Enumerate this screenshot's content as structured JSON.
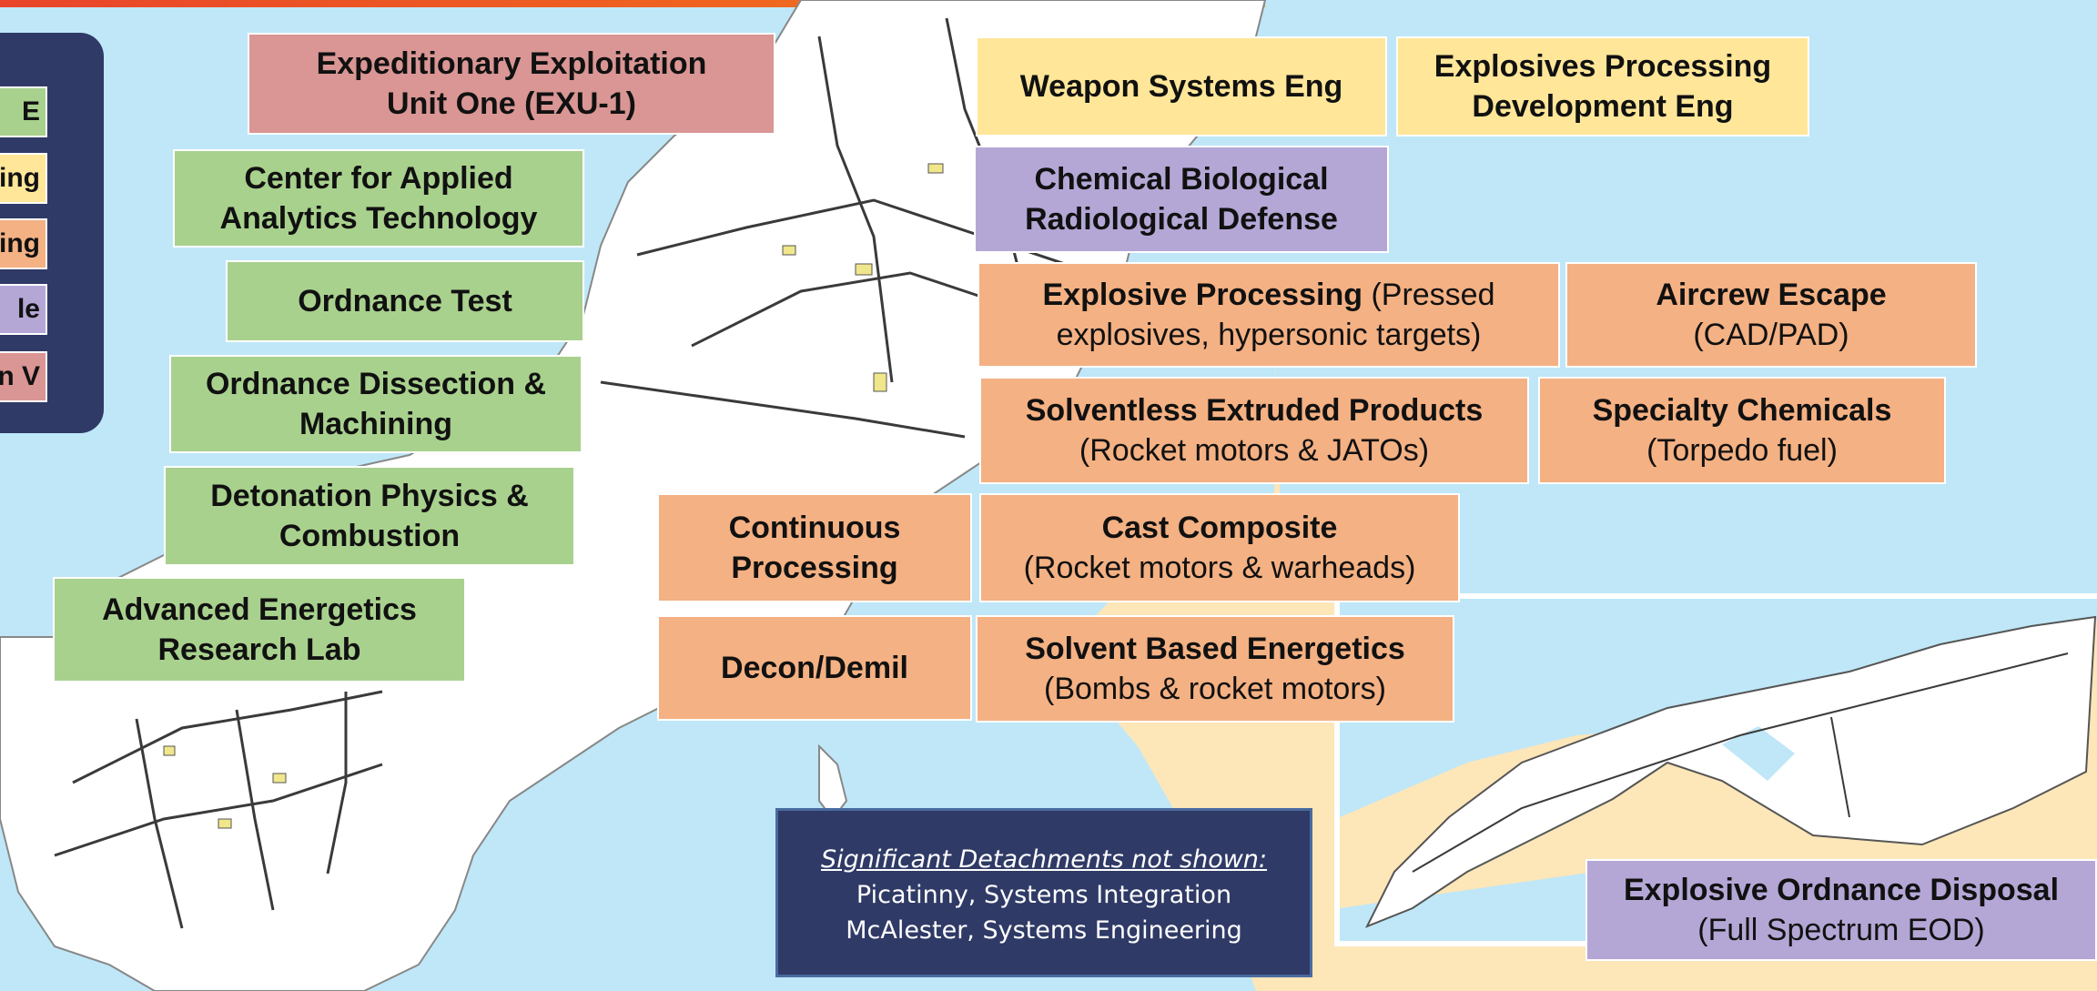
{
  "legend": {
    "keys": [
      {
        "text": "E",
        "color": "#a9d18e"
      },
      {
        "text": "ring",
        "color": "#ffe699"
      },
      {
        "text": "uring",
        "color": "#f4b183"
      },
      {
        "text": "le",
        "color": "#b4a7d6"
      },
      {
        "text": "n V",
        "color": "#d99694"
      }
    ]
  },
  "labels": {
    "exu": {
      "title": "Expeditionary Exploitation\nUnit One (EXU-1)"
    },
    "caat": {
      "title": "Center for Applied\nAnalytics Technology"
    },
    "ord_test": {
      "title": "Ordnance Test"
    },
    "ord_dissect": {
      "title": "Ordnance Dissection &\nMachining"
    },
    "detonation": {
      "title": "Detonation Physics &\nCombustion"
    },
    "aerl": {
      "title": "Advanced Energetics\nResearch Lab"
    },
    "wse": {
      "title": "Weapon Systems Eng"
    },
    "epde": {
      "title": "Explosives Processing\nDevelopment Eng"
    },
    "cbrd": {
      "title": "Chemical Biological\nRadiological Defense"
    },
    "exp_proc": {
      "title": "Explosive Processing",
      "sub": " (Pressed",
      "sub2": "explosives, hypersonic targets)"
    },
    "aircrew": {
      "title": "Aircrew Escape",
      "sub": "(CAD/PAD)"
    },
    "solventless": {
      "title": "Solventless Extruded Products",
      "sub": "(Rocket motors & JATOs)"
    },
    "specialty": {
      "title": "Specialty Chemicals",
      "sub": "(Torpedo fuel)"
    },
    "continuous": {
      "title": "Continuous\nProcessing"
    },
    "cast": {
      "title": "Cast Composite",
      "sub": "(Rocket motors & warheads)"
    },
    "decon": {
      "title": "Decon/Demil"
    },
    "solvent_based": {
      "title": "Solvent Based Energetics",
      "sub": "(Bombs & rocket motors)"
    },
    "eod": {
      "title": "Explosive Ordnance Disposal",
      "sub": "(Full Spectrum EOD)"
    }
  },
  "detachments": {
    "heading": "Significant Detachments not shown:",
    "line1": "Picatinny, Systems Integration",
    "line2": "McAlester, Systems Engineering"
  },
  "colors": {
    "water": "#bfe7f8",
    "land": "#ffffff",
    "mainland": "#fde6b8",
    "green": "#a9d18e",
    "yellow": "#ffe699",
    "orange": "#f4b183",
    "purple": "#b4a7d6",
    "red": "#d99694",
    "navy": "#2f3a66"
  }
}
